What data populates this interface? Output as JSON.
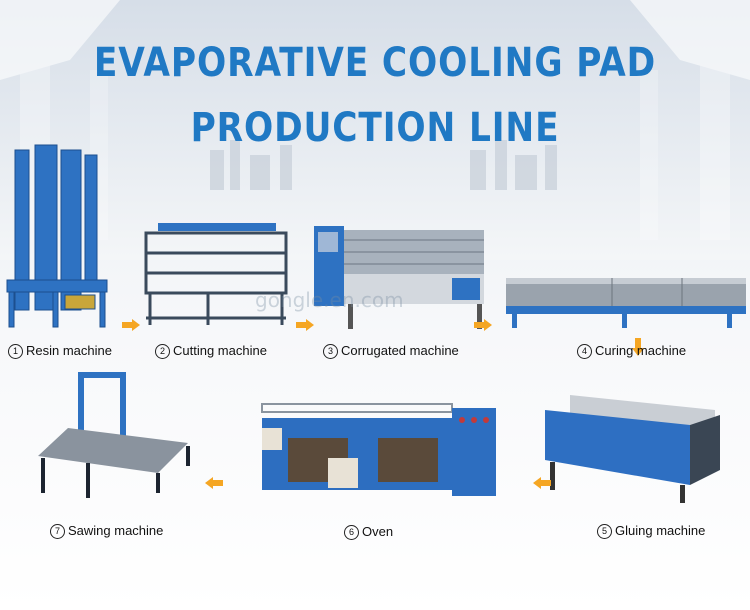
{
  "title": {
    "line1": "EVAPORATIVE COOLING PAD",
    "line2": "PRODUCTION LINE"
  },
  "watermark": "gongle.en.com",
  "colors": {
    "title": "#2079c4",
    "arrow": "#f5a623",
    "machine_blue": "#2a6fc0"
  },
  "steps": [
    {
      "num": "1",
      "label": "Resin machine"
    },
    {
      "num": "2",
      "label": "Cutting machine"
    },
    {
      "num": "3",
      "label": "Corrugated machine"
    },
    {
      "num": "4",
      "label": "Curing machine"
    },
    {
      "num": "5",
      "label": "Gluing machine"
    },
    {
      "num": "6",
      "label": "Oven"
    },
    {
      "num": "7",
      "label": "Sawing machine"
    }
  ]
}
